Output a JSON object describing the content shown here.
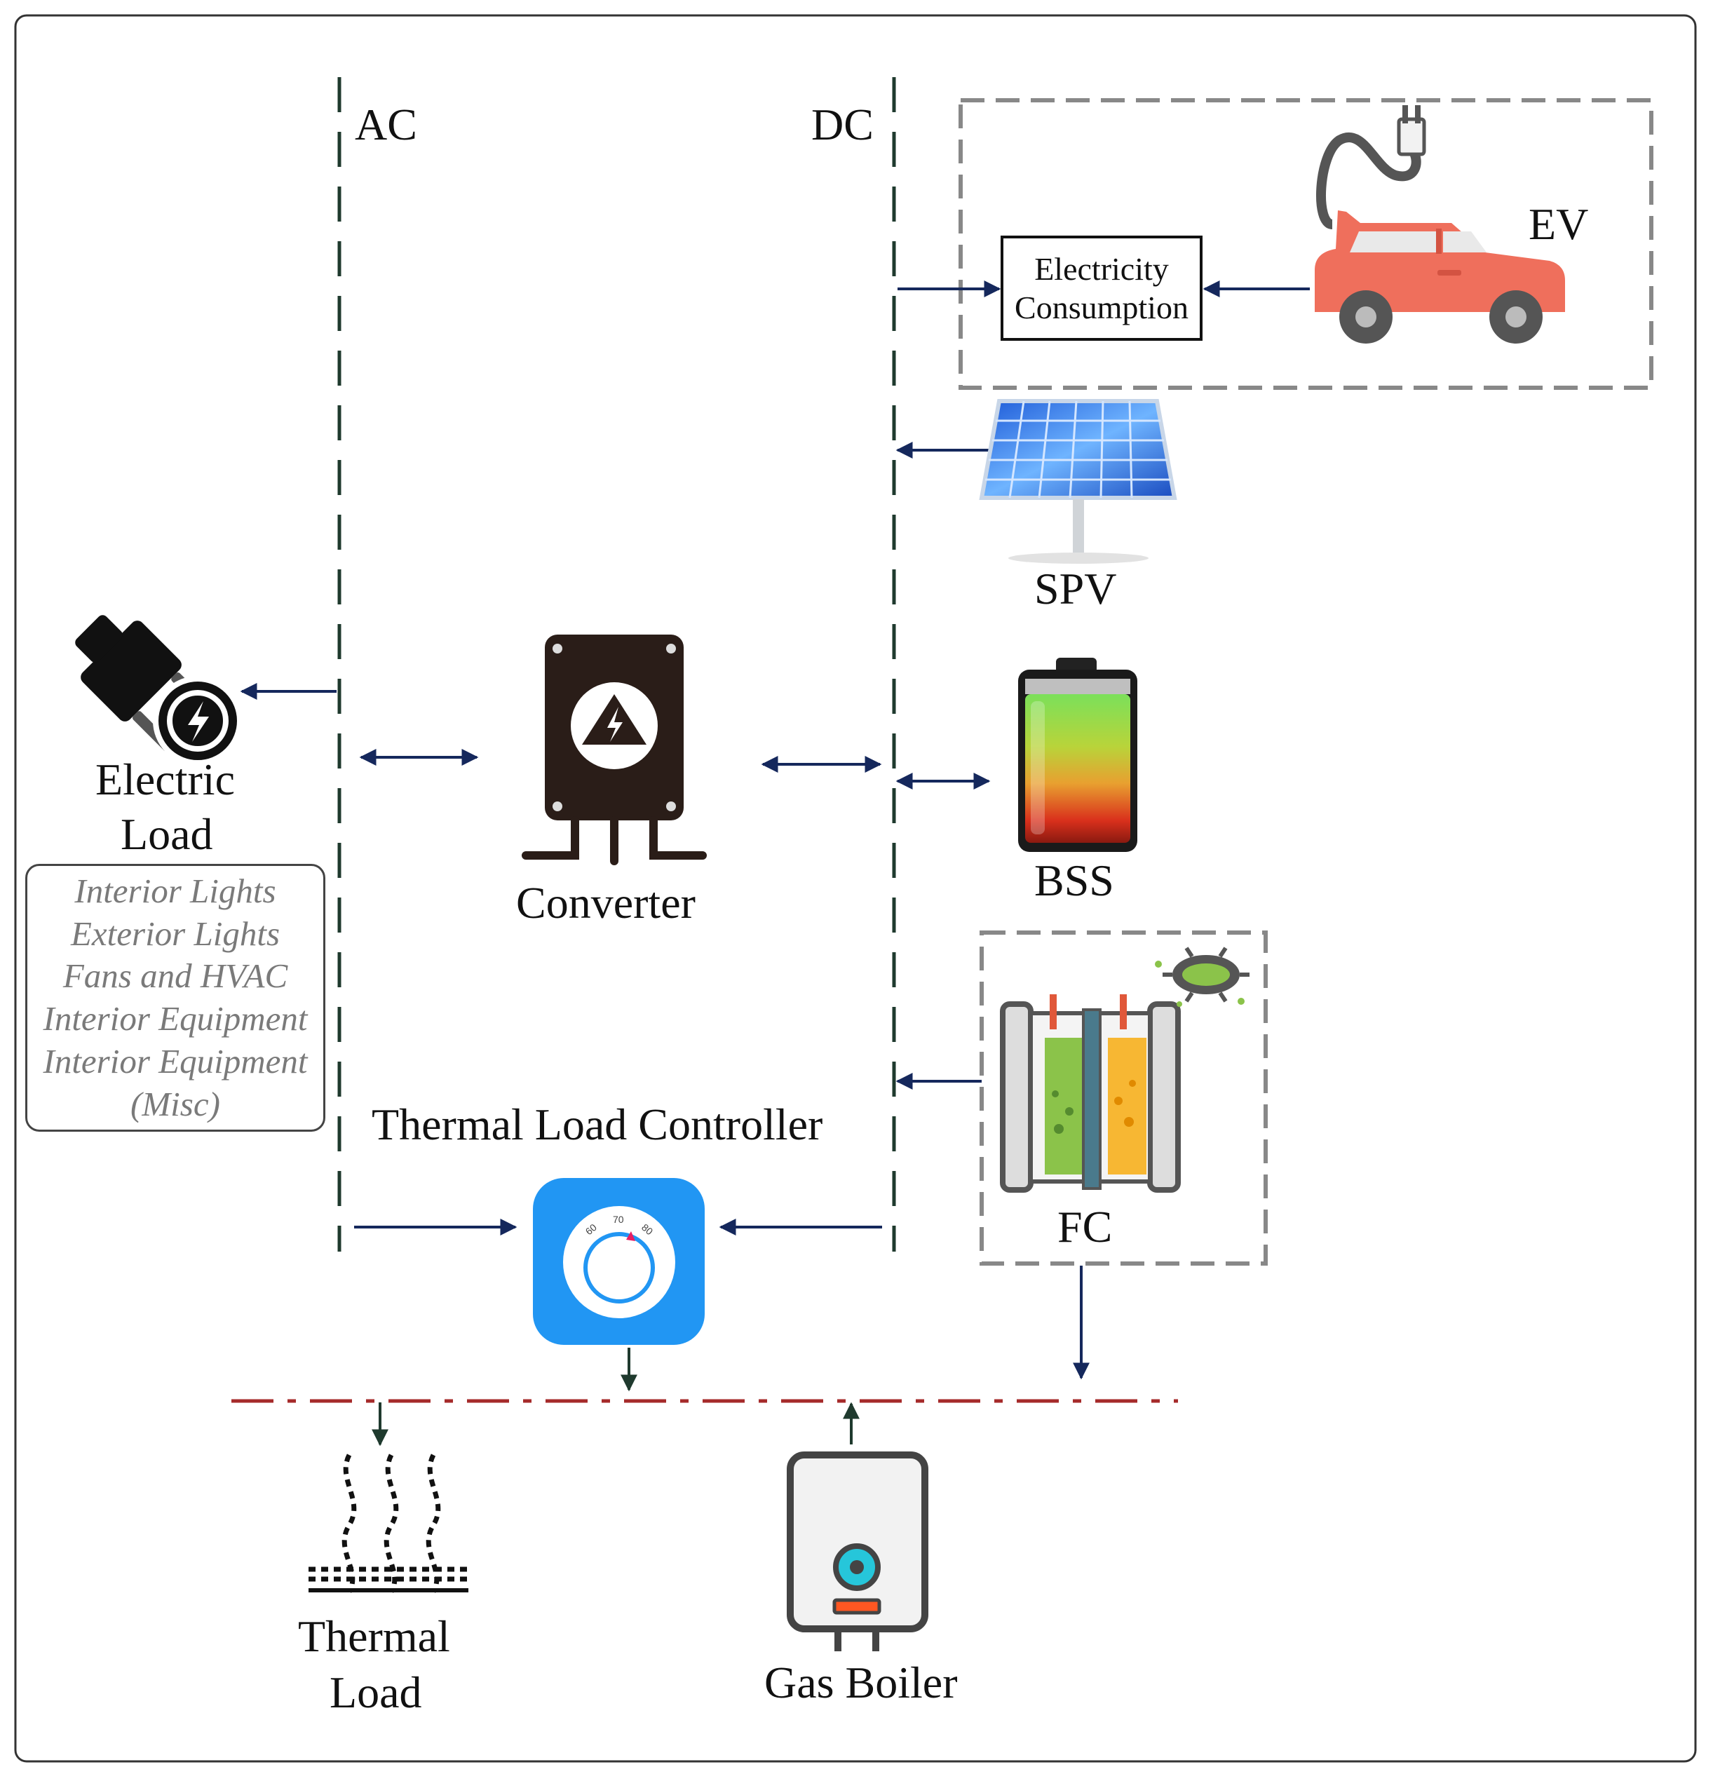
{
  "buses": {
    "ac_label": "AC",
    "dc_label": "DC"
  },
  "components": {
    "ev": "EV",
    "electricity_consumption": [
      "Electricity",
      "Consumption"
    ],
    "spv": "SPV",
    "bss": "BSS",
    "fc": "FC",
    "converter": "Converter",
    "electric_load": [
      "Electric",
      "Load"
    ],
    "thermal_load_controller": "Thermal Load Controller",
    "thermal_load": [
      "Thermal",
      "Load"
    ],
    "gas_boiler": "Gas Boiler"
  },
  "electric_load_items": [
    "Interior Lights",
    "Exterior Lights",
    "Fans and HVAC",
    "Interior Equipment",
    "Interior Equipment",
    "(Misc)"
  ],
  "icons": [
    "plug-icon",
    "converter-icon",
    "car-icon",
    "solar-panel-icon",
    "battery-icon",
    "fuel-cell-icon",
    "bacteria-icon",
    "thermostat-icon",
    "heat-waves-icon",
    "boiler-icon"
  ],
  "colors": {
    "bus_line": "#1f3a2e",
    "arrow": "#15285c",
    "thermal_bus": "#a52a2a",
    "car_body": "#ef6f5c",
    "thermostat_bg": "#2196f3",
    "dashed_box": "#888888"
  }
}
